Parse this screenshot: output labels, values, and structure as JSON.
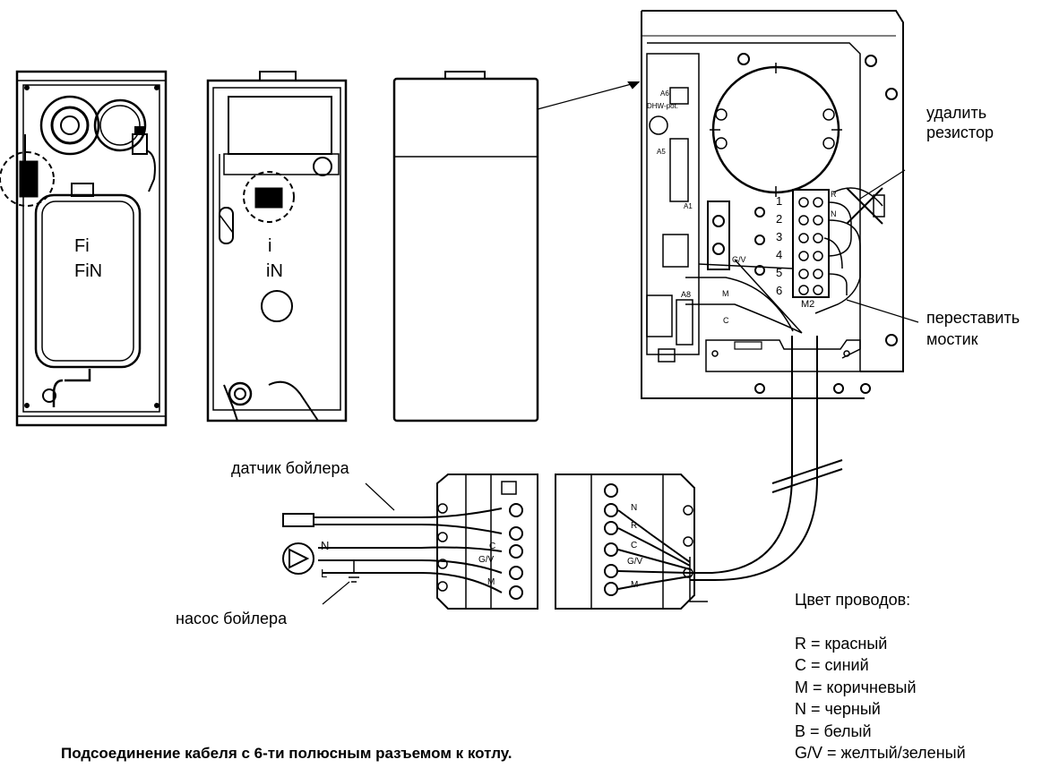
{
  "boiler_labels": {
    "fi": "Fi",
    "fin": "FiN",
    "i": "i",
    "in": "iN"
  },
  "panel_labels": {
    "dhw_pot": "DHW-pot.",
    "a6": "A6",
    "a5": "A5",
    "a1": "A1",
    "a8": "A8",
    "gv": "G/V",
    "m": "M",
    "c": "C",
    "m2": "M2",
    "r": "R",
    "n": "N",
    "terminals": [
      "1",
      "2",
      "3",
      "4",
      "5",
      "6"
    ]
  },
  "annotations": {
    "remove_resistor_line1": "удалить",
    "remove_resistor_line2": "резистор",
    "move_jumper_line1": "переставить",
    "move_jumper_line2": "мостик",
    "boiler_sensor": "датчик бойлера",
    "boiler_pump": "насос бойлера",
    "pump_n": "N",
    "pump_l": "L"
  },
  "connector_labels": {
    "left": [
      "C",
      "G/V",
      "M"
    ],
    "right": [
      "N",
      "R",
      "C",
      "G/V",
      "M"
    ]
  },
  "legend": {
    "title": "Цвет проводов:",
    "items": [
      "R = красный",
      "C = синий",
      "M = коричневый",
      "N = черный",
      "B = белый",
      "G/V = желтый/зеленый"
    ]
  },
  "caption": "Подсоединение кабеля с 6-ти полюсным разъемом к котлу."
}
